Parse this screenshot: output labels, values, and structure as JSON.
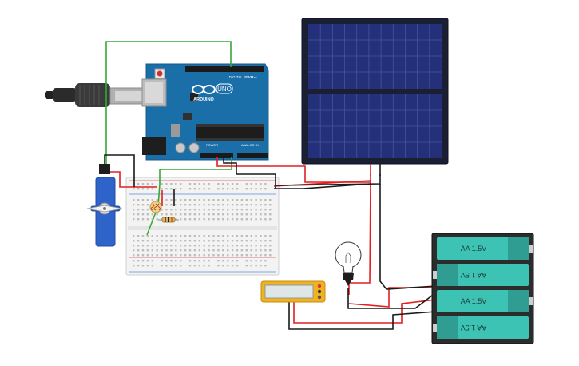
{
  "arduino": {
    "brand": "ARDUINO",
    "model": "UNO",
    "digital_label": "DIGITAL (PWM~)",
    "power_label": "POWER",
    "analog_label": "ANALOG IN"
  },
  "batteries": {
    "cells": [
      {
        "label": "AA 1.5V",
        "flipped": false
      },
      {
        "label": "AA 1.5V",
        "flipped": true
      },
      {
        "label": "AA 1.5V",
        "flipped": false
      },
      {
        "label": "AA 1.5V",
        "flipped": true
      }
    ]
  },
  "colors": {
    "arduino": "#1b6fa8",
    "solar_cell": "#24317a",
    "wire_red": "#e02020",
    "wire_black": "#1a1a1a",
    "wire_green": "#36a836",
    "battery": "#3cc3b4",
    "servo": "#2e63c9",
    "meter": "#f0b21e"
  }
}
